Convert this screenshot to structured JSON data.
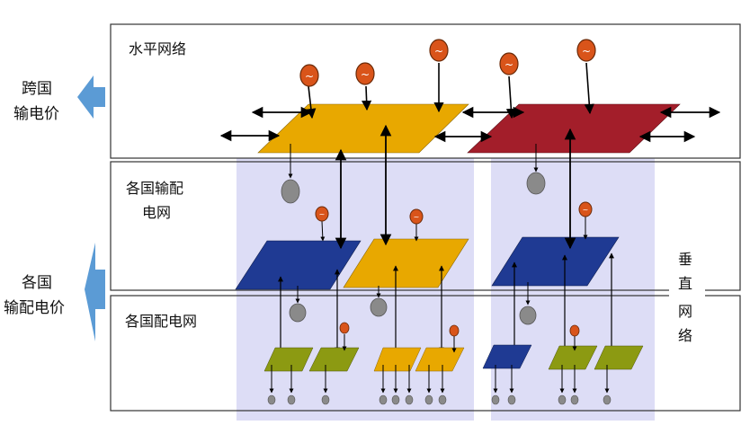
{
  "sections": {
    "horizontal": "水平网络",
    "country_transmission_line1": "各国输配",
    "country_transmission_line2": "电网",
    "country_distribution": "各国配电网"
  },
  "vertical_label": [
    "垂",
    "直",
    "网",
    "络"
  ],
  "side_labels": {
    "cross_border_line1": "跨国",
    "cross_border_line2": "输电价",
    "national_line1": "各国",
    "national_line2": "输配电价"
  },
  "colors": {
    "orange_plate": "#E8A800",
    "red_plate": "#A31E2A",
    "blue_plate": "#1F3A93",
    "olive_plate": "#8C9A12",
    "generator": "#D9541A",
    "load": "#8A8A8A",
    "lavender_column": "#DDDDF6",
    "side_arrow": "#5B9BD5"
  }
}
